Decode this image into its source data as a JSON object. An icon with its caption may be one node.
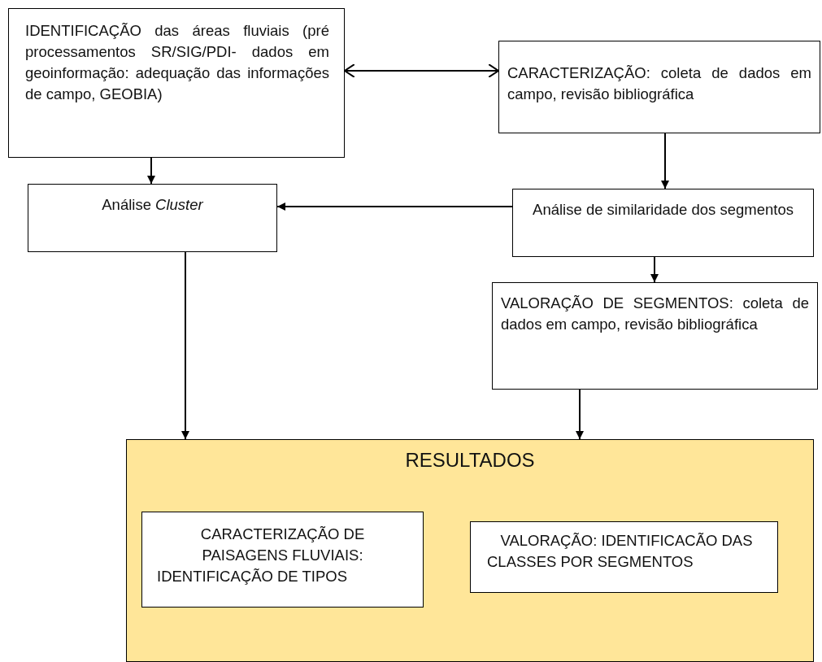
{
  "diagram": {
    "nodes": [
      {
        "text": [
          "IDENTIFICAÇÃO das áreas fluviais (pré processamentos SR/SIG/PDI- dados em geoinformação: adequação das informações de campo, GEOBIA)"
        ]
      },
      {
        "text": [
          "CARACTERIZAÇÃO: coleta de dados em campo, revisão bibliográfica"
        ]
      },
      {
        "text": [
          "Análise *Cluster*"
        ]
      },
      {
        "text": [
          "Análise de similaridade dos segmentos"
        ]
      },
      {
        "text": [
          "VALORAÇÃO DE SEGMENTOS: coleta de dados em campo, revisão bibliográfica"
        ]
      },
      {
        "text": [
          "RESULTADOS"
        ]
      },
      {
        "text": [
          "CARACTERIZAÇÃO DE PAISAGENS FLUVIAIS: IDENTIFICAÇÃO DE TIPOS"
        ],
        "in": 5
      },
      {
        "text": [
          "VALORAÇÃO: IDENTIFICACÃO DAS CLASSES POR SEGMENTOS"
        ],
        "in": 5
      }
    ],
    "edges": [
      {
        "from": 0,
        "to": 1,
        "arrow": "both"
      },
      {
        "from": 0,
        "to": 2,
        "arrow": "to"
      },
      {
        "from": 1,
        "to": 3,
        "arrow": "to"
      },
      {
        "from": 3,
        "to": 2,
        "arrow": "to"
      },
      {
        "from": 3,
        "to": 4,
        "arrow": "to"
      },
      {
        "from": 2,
        "to": 5,
        "arrow": "to"
      },
      {
        "from": 4,
        "to": 5,
        "arrow": "to"
      }
    ]
  }
}
